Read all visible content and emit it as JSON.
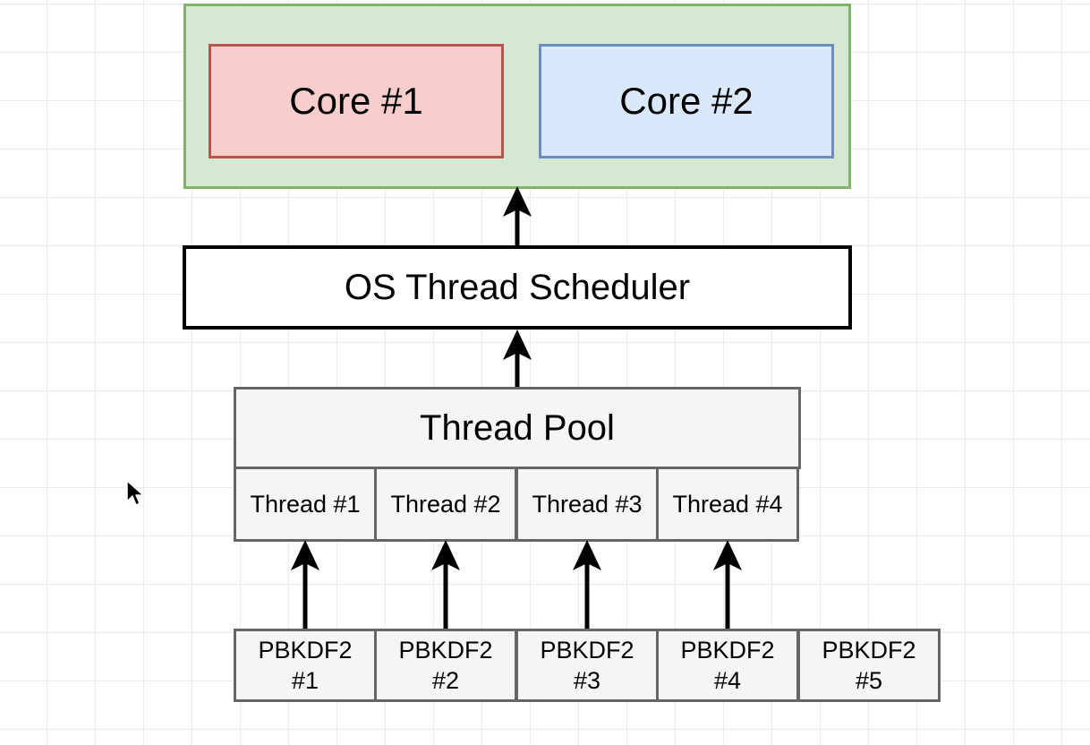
{
  "cpu": {
    "cores": [
      {
        "label": "Core #1",
        "fill": "#f8cecc",
        "stroke": "#b85450"
      },
      {
        "label": "Core #2",
        "fill": "#dae8fc",
        "stroke": "#6c8ebf"
      }
    ],
    "fill": "#d5e8d4",
    "stroke": "#82b366"
  },
  "scheduler": {
    "label": "OS Thread Scheduler"
  },
  "thread_pool": {
    "label": "Thread Pool",
    "threads": [
      "Thread #1",
      "Thread #2",
      "Thread #3",
      "Thread #4"
    ]
  },
  "tasks": [
    {
      "name": "PBKDF2",
      "number": "#1"
    },
    {
      "name": "PBKDF2",
      "number": "#2"
    },
    {
      "name": "PBKDF2",
      "number": "#3"
    },
    {
      "name": "PBKDF2",
      "number": "#4"
    },
    {
      "name": "PBKDF2",
      "number": "#5"
    }
  ],
  "icons": {
    "cursor": "mouse-pointer-icon"
  }
}
